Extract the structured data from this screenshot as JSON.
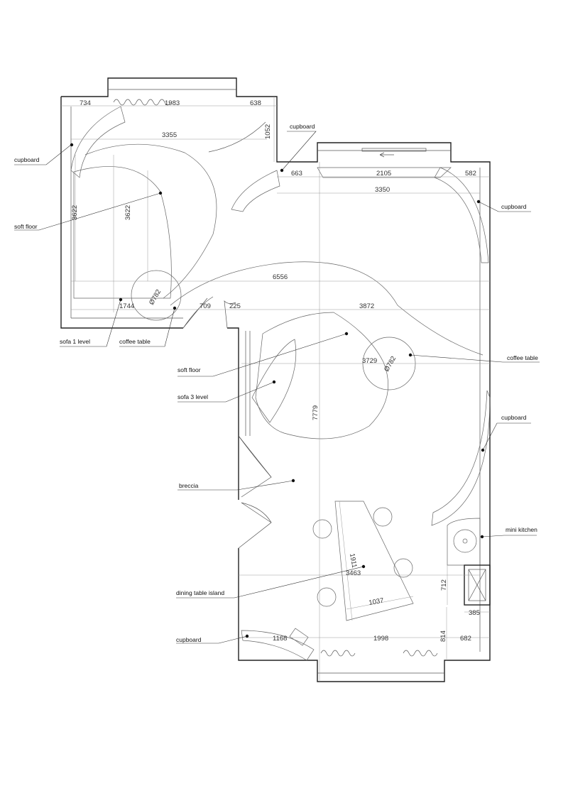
{
  "labels": {
    "cupboard_top_left": "cupboard",
    "soft_floor_left": "soft floor",
    "sofa_1_level": "sofa 1 level",
    "coffee_table_left": "coffee table",
    "cupboard_top_center": "cupboard",
    "cupboard_top_right": "cupboard",
    "coffee_table_right": "coffee table",
    "soft_floor_center": "soft floor",
    "sofa_3_level": "sofa 3 level",
    "cupboard_right": "cupboard",
    "breccia": "breccia",
    "mini_kitchen": "mini kitchen",
    "dining_table_island": "dining table island",
    "cupboard_bottom": "cupboard"
  },
  "dimensions": {
    "d734": "734",
    "d1983": "1983",
    "d638": "638",
    "d3355": "3355",
    "d1052": "1052",
    "d663": "663",
    "d2105": "2105",
    "d582": "582",
    "d3350": "3350",
    "d3622_a": "3622",
    "d3622_b": "3622",
    "d6556": "6556",
    "d782_a": "Ø782",
    "d1744": "1744",
    "d709": "709",
    "d225": "225",
    "d3872": "3872",
    "d3729": "3729",
    "d782_b": "Ø782",
    "d7779": "7779",
    "d1911": "1911",
    "d3463": "3463",
    "d712": "712",
    "d1037": "1037",
    "d385": "385",
    "d1168": "1168",
    "d1998": "1998",
    "d814": "814",
    "d682": "682"
  }
}
